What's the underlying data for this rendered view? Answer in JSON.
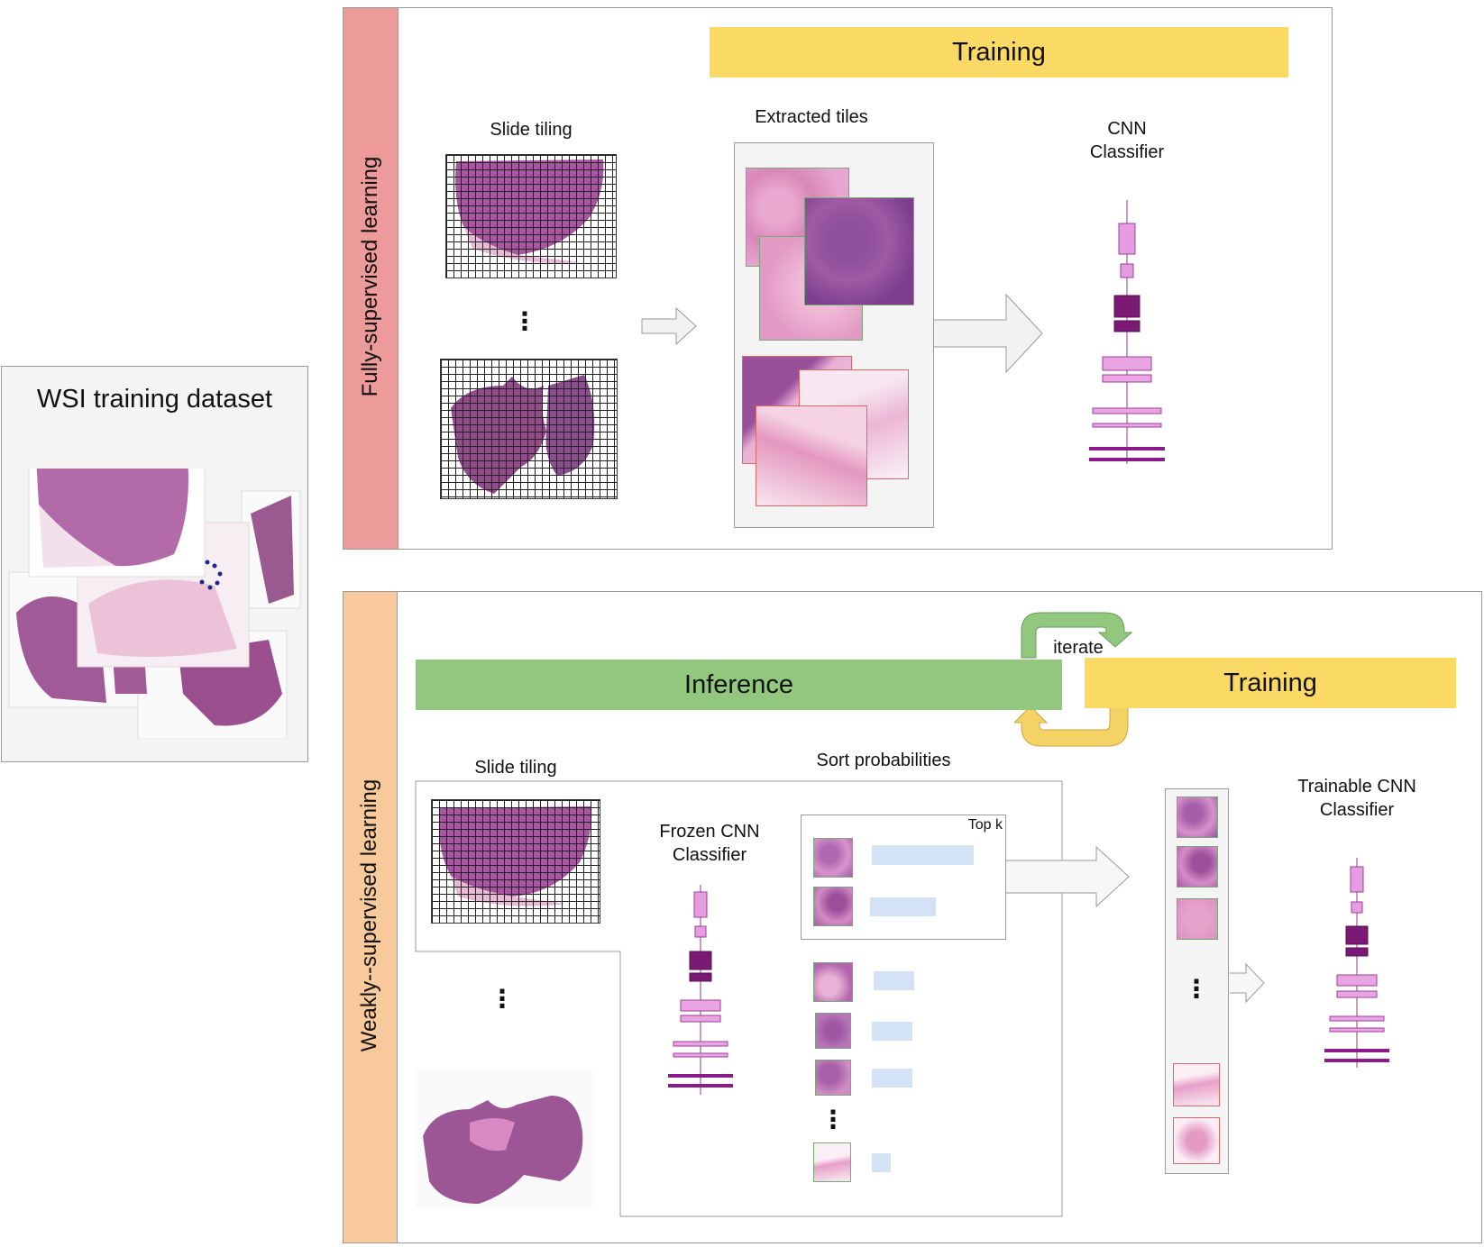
{
  "dataset": {
    "title": "WSI training dataset"
  },
  "fully_supervised": {
    "side_label": "Fully-supervised learning",
    "banner": "Training",
    "slide_tiling_label": "Slide tiling",
    "extracted_tiles_label": "Extracted tiles",
    "cnn_label_line1": "CNN",
    "cnn_label_line2": "Classifier",
    "ellipsis": "⋮"
  },
  "weakly_supervised": {
    "side_label": "Weakly--supervised learning",
    "inference_banner": "Inference",
    "training_banner": "Training",
    "iterate_label": "iterate",
    "slide_tiling_label": "Slide tiling",
    "sort_probabilities_label": "Sort probabilities",
    "frozen_cnn_line1": "Frozen CNN",
    "frozen_cnn_line2": "Classifier",
    "top_k_label": "Top k",
    "trainable_cnn_line1": "Trainable CNN",
    "trainable_cnn_line2": "Classifier",
    "ellipsis": "⋮"
  },
  "colors": {
    "fully_bar": "#ec9a9a",
    "weakly_bar": "#f8c99a",
    "training_yellow": "#fad964",
    "inference_green": "#92c87e",
    "iterate_arrow_green": "#8ec27a",
    "iterate_arrow_yellow": "#f5d266",
    "prob_bar_blue": "#d3e3f5",
    "tissue_purple": "#a4589e",
    "tissue_pink": "#e7a6cf"
  }
}
